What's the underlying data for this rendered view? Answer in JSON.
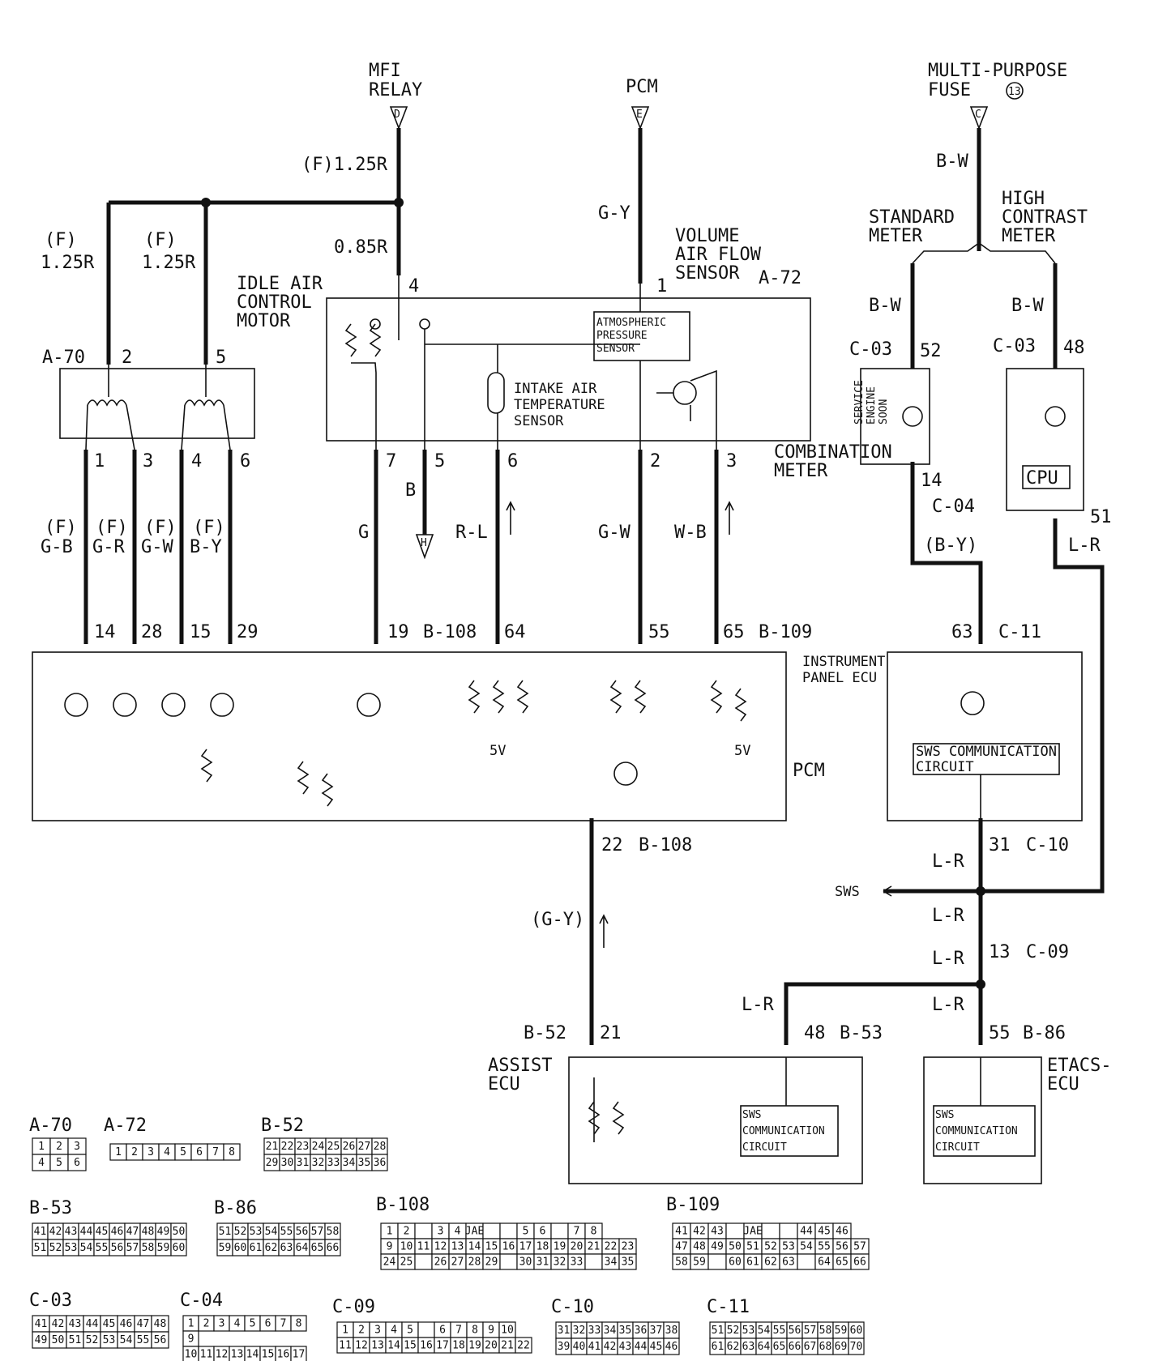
{
  "sources": {
    "mfi_relay": {
      "line1": "MFI",
      "line2": "RELAY",
      "tag": "D"
    },
    "pcm_src": {
      "line1": "PCM",
      "tag": "E"
    },
    "mp_fuse": {
      "line1": "MULTI-PURPOSE",
      "line2": "FUSE",
      "fuse_no": "13",
      "tag": "C"
    },
    "ground_tag": "H"
  },
  "wires": {
    "f_125r": "(F)1.25R",
    "f": "(F)",
    "r125": "1.25R",
    "r085": "0.85R",
    "gy": "G-Y",
    "bw": "B-W",
    "gb": "G-B",
    "gr": "G-R",
    "gw": "G-W",
    "by": "B-Y",
    "g": "G",
    "b": "B",
    "rl": "R-L",
    "gw2": "G-W",
    "wb": "W-B",
    "by_paren": "(B-Y)",
    "lr": "L-R",
    "gy_paren": "(G-Y)"
  },
  "labels": {
    "standard_meter": [
      "STANDARD",
      "METER"
    ],
    "high_contrast": [
      "HIGH",
      "CONTRAST",
      "METER"
    ],
    "iac": [
      "IDLE AIR",
      "CONTROL",
      "MOTOR"
    ],
    "vaf": [
      "VOLUME",
      "AIR FLOW",
      "SENSOR"
    ],
    "atm": [
      "ATMOSPHERIC",
      "PRESSURE",
      "SENSOR"
    ],
    "iat": [
      "INTAKE AIR",
      "TEMPERATURE",
      "SENSOR"
    ],
    "ses": [
      "SERVICE",
      "ENGINE",
      "SOON"
    ],
    "cpu": "CPU",
    "combo": [
      "COMBINATION",
      "METER"
    ],
    "ip_ecu": [
      "INSTRUMENT",
      "PANEL ECU"
    ],
    "sws_circuit": [
      "SWS COMMUNICATION",
      "CIRCUIT"
    ],
    "sws_circuit3": [
      "SWS",
      "COMMUNICATION",
      "CIRCUIT"
    ],
    "pcm": "PCM",
    "assist": [
      "ASSIST",
      "ECU"
    ],
    "etacs": [
      "ETACS-",
      "ECU"
    ],
    "sws": "SWS",
    "v5": "5V"
  },
  "pins": {
    "p2": "2",
    "p5": "5",
    "p1": "1",
    "p3": "3",
    "p4": "4",
    "p6": "6",
    "p7": "7",
    "p52": "52",
    "p48": "48",
    "p14": "14",
    "p51": "51",
    "p28": "28",
    "p15": "15",
    "p29": "29",
    "p19": "19",
    "p64": "64",
    "p55": "55",
    "p65": "65",
    "p63": "63",
    "p22": "22",
    "p31": "31",
    "p13": "13",
    "p21": "21"
  },
  "connectors": {
    "a70": "A-70",
    "a72": "A-72",
    "b52": "B-52",
    "b53": "B-53",
    "b86": "B-86",
    "b108": "B-108",
    "b109": "B-109",
    "c03": "C-03",
    "c04": "C-04",
    "c09": "C-09",
    "c10": "C-10",
    "c11": "C-11"
  },
  "faces": {
    "a70": [
      [
        "1",
        "2",
        "3"
      ],
      [
        "4",
        "5",
        "6"
      ]
    ],
    "a72": [
      [
        "1",
        "2",
        "3",
        "4",
        "5",
        "6",
        "7",
        "8"
      ]
    ],
    "b52": [
      [
        "21",
        "22",
        "23",
        "24",
        "25",
        "26",
        "27",
        "28"
      ],
      [
        "29",
        "30",
        "31",
        "32",
        "33",
        "34",
        "35",
        "36"
      ]
    ],
    "b53": [
      [
        "41",
        "42",
        "43",
        "44",
        "45",
        "46",
        "47",
        "48",
        "49",
        "50"
      ],
      [
        "51",
        "52",
        "53",
        "54",
        "55",
        "56",
        "57",
        "58",
        "59",
        "60"
      ]
    ],
    "b86": [
      [
        "51",
        "52",
        "53",
        "54",
        "55",
        "56",
        "57",
        "58"
      ],
      [
        "59",
        "60",
        "61",
        "62",
        "63",
        "64",
        "65",
        "66"
      ]
    ],
    "b108": [
      [
        "1",
        "2",
        "",
        "3",
        "4",
        "JAE",
        "",
        "",
        "5",
        "6",
        "",
        "7",
        "8"
      ],
      [
        "9",
        "10",
        "11",
        "12",
        "13",
        "14",
        "15",
        "16",
        "17",
        "18",
        "19",
        "20",
        "21",
        "22",
        "23"
      ],
      [
        "24",
        "25",
        "",
        "26",
        "27",
        "28",
        "29",
        "",
        "30",
        "31",
        "32",
        "33",
        "",
        "34",
        "35"
      ]
    ],
    "b109": [
      [
        "41",
        "42",
        "43",
        "",
        "JAE",
        "",
        "",
        "44",
        "45",
        "46"
      ],
      [
        "47",
        "48",
        "49",
        "50",
        "51",
        "52",
        "53",
        "54",
        "55",
        "56",
        "57"
      ],
      [
        "58",
        "59",
        "",
        "60",
        "61",
        "62",
        "63",
        "",
        "64",
        "65",
        "66"
      ]
    ],
    "c03": [
      [
        "41",
        "42",
        "43",
        "44",
        "45",
        "46",
        "47",
        "48"
      ],
      [
        "49",
        "50",
        "51",
        "52",
        "53",
        "54",
        "55",
        "56"
      ]
    ],
    "c04": [
      [
        "1",
        "2",
        "3",
        "4",
        "5",
        "6",
        "7",
        "8"
      ],
      [
        "9"
      ],
      [
        "10",
        "11",
        "12",
        "13",
        "14",
        "15",
        "16",
        "17"
      ]
    ],
    "c09": [
      [
        "1",
        "2",
        "3",
        "4",
        "5",
        "",
        "6",
        "7",
        "8",
        "9",
        "10"
      ],
      [
        "11",
        "12",
        "13",
        "14",
        "15",
        "16",
        "17",
        "18",
        "19",
        "20",
        "21",
        "22"
      ]
    ],
    "c10": [
      [
        "31",
        "32",
        "33",
        "34",
        "35",
        "36",
        "37",
        "38"
      ],
      [
        "39",
        "40",
        "41",
        "42",
        "43",
        "44",
        "45",
        "46"
      ]
    ],
    "c11": [
      [
        "51",
        "52",
        "53",
        "54",
        "55",
        "56",
        "57",
        "58",
        "59",
        "60"
      ],
      [
        "61",
        "62",
        "63",
        "64",
        "65",
        "66",
        "67",
        "68",
        "69",
        "70"
      ]
    ]
  }
}
